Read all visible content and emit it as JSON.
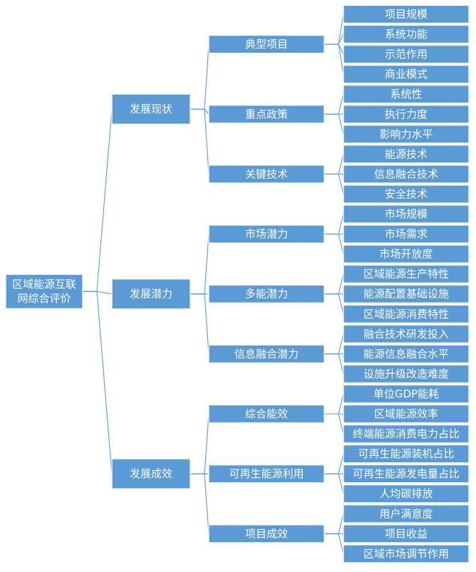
{
  "root": {
    "label_lines": [
      "区域能源互联",
      "网综合评价"
    ],
    "children": [
      {
        "label": "发展现状",
        "children": [
          {
            "label": "典型项目",
            "children": [
              "项目规模",
              "系统功能",
              "示范作用",
              "商业模式"
            ]
          },
          {
            "label": "重点政策",
            "children": [
              "系统性",
              "执行力度",
              "影响力水平"
            ]
          },
          {
            "label": "关键技术",
            "children": [
              "能源技术",
              "信息融合技术",
              "安全技术"
            ]
          }
        ]
      },
      {
        "label": "发展潜力",
        "children": [
          {
            "label": "市场潜力",
            "children": [
              "市场规模",
              "市场需求",
              "市场开放度"
            ]
          },
          {
            "label": "多能潜力",
            "children": [
              "区域能源生产特性",
              "能源配置基础设施",
              "区域能源消费特性"
            ]
          },
          {
            "label": "信息融合潜力",
            "children": [
              "融合技术研发投入",
              "能源信息融合水平",
              "设施升级改造难度"
            ]
          }
        ]
      },
      {
        "label": "发展成效",
        "children": [
          {
            "label": "综合能效",
            "children": [
              "单位GDP能耗",
              "区域能源效率",
              "终端能源消费电力占比"
            ]
          },
          {
            "label": "可再生能源利用",
            "children": [
              "可再生能源装机占比",
              "可再生能源发电量占比",
              "人均碳排放"
            ]
          },
          {
            "label": "项目成效",
            "children": [
              "用户满意度",
              "项目收益",
              "区域市场调节作用"
            ]
          }
        ]
      }
    ]
  },
  "colors": {
    "box_fill": "#5b9bd5",
    "box_text": "#ffffff",
    "connector": "#5b9bd5",
    "background": "#ffffff"
  }
}
